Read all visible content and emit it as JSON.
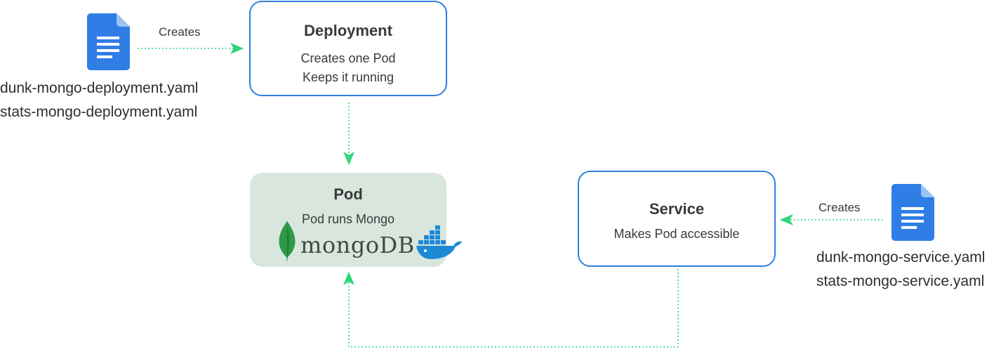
{
  "deployment": {
    "title": "Deployment",
    "lines": [
      "Creates one Pod",
      "Keeps it running"
    ]
  },
  "pod": {
    "title": "Pod",
    "subtitle": "Pod runs Mongo",
    "logo_text": "mongoDB"
  },
  "service": {
    "title": "Service",
    "subtitle": "Makes Pod accessible"
  },
  "deployment_source": {
    "edge_label": "Creates",
    "icon": "document-icon",
    "files": [
      "dunk-mongo-deployment.yaml",
      "stats-mongo-deployment.yaml"
    ]
  },
  "service_source": {
    "edge_label": "Creates",
    "icon": "document-icon",
    "files": [
      "dunk-mongo-service.yaml",
      "stats-mongo-service.yaml"
    ]
  },
  "colors": {
    "box_border": "#2e7fe0",
    "pod_fill": "#d8e6dd",
    "arrow": "#2fd67a",
    "doc_icon": "#2f7ee6"
  }
}
